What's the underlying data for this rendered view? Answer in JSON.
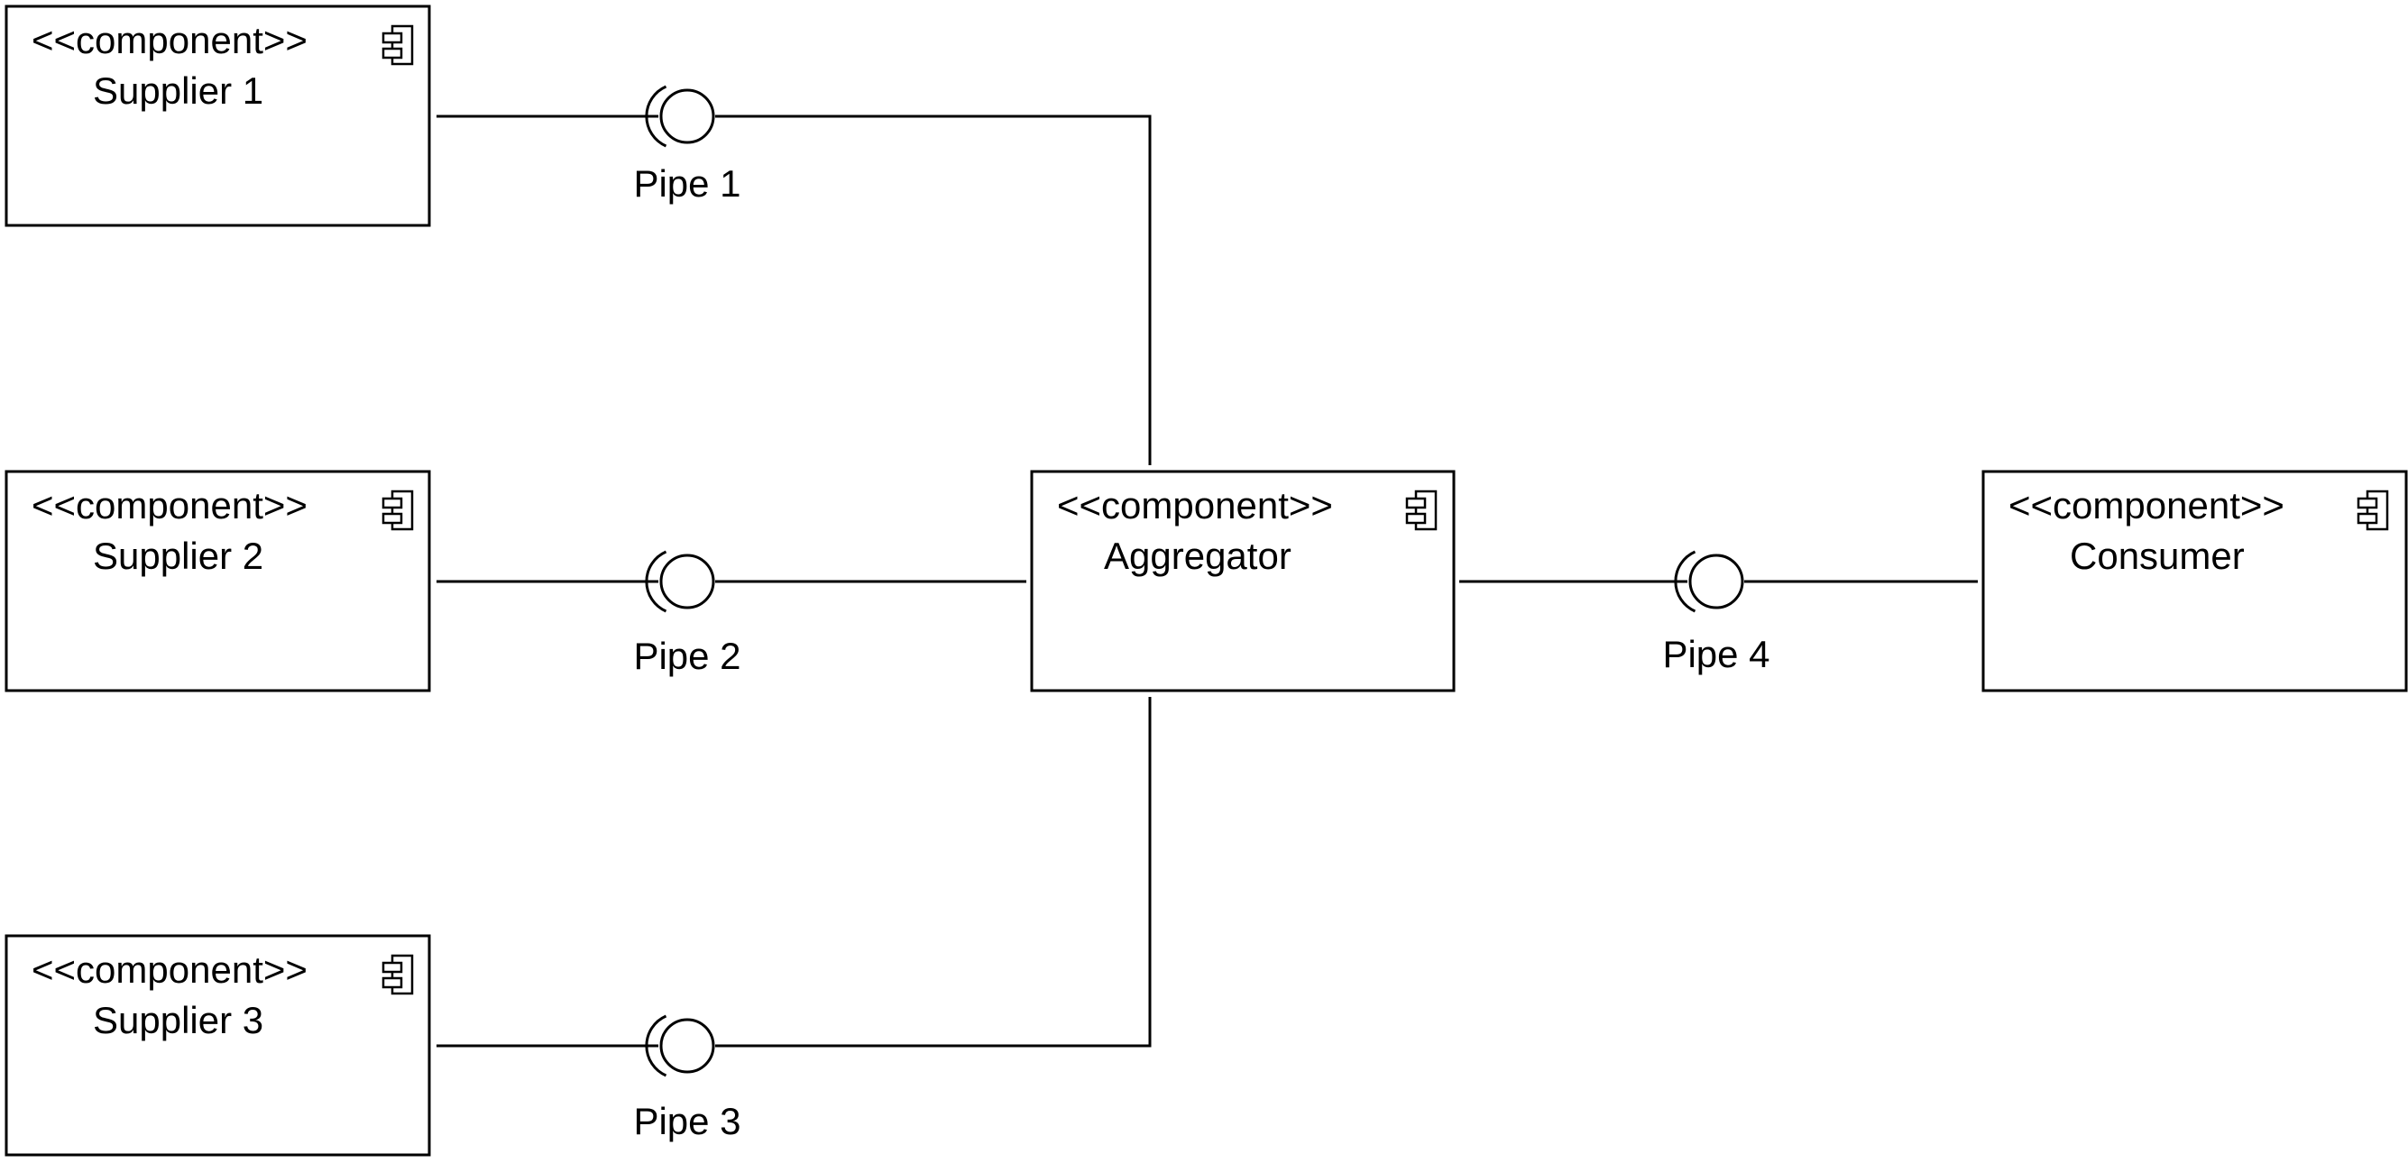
{
  "diagram": {
    "components": [
      {
        "id": "supplier1",
        "stereotype": "<<component>>",
        "name": "Supplier 1",
        "icon": "component-icon"
      },
      {
        "id": "supplier2",
        "stereotype": "<<component>>",
        "name": "Supplier 2",
        "icon": "component-icon"
      },
      {
        "id": "supplier3",
        "stereotype": "<<component>>",
        "name": "Supplier 3",
        "icon": "component-icon"
      },
      {
        "id": "aggregator",
        "stereotype": "<<component>>",
        "name": "Aggregator",
        "icon": "component-icon"
      },
      {
        "id": "consumer",
        "stereotype": "<<component>>",
        "name": "Consumer",
        "icon": "component-icon"
      }
    ],
    "interfaces": [
      {
        "id": "pipe1",
        "label": "Pipe 1",
        "from": "supplier1",
        "to": "aggregator"
      },
      {
        "id": "pipe2",
        "label": "Pipe 2",
        "from": "supplier2",
        "to": "aggregator"
      },
      {
        "id": "pipe3",
        "label": "Pipe 3",
        "from": "supplier3",
        "to": "aggregator"
      },
      {
        "id": "pipe4",
        "label": "Pipe 4",
        "from": "aggregator",
        "to": "consumer"
      }
    ]
  }
}
